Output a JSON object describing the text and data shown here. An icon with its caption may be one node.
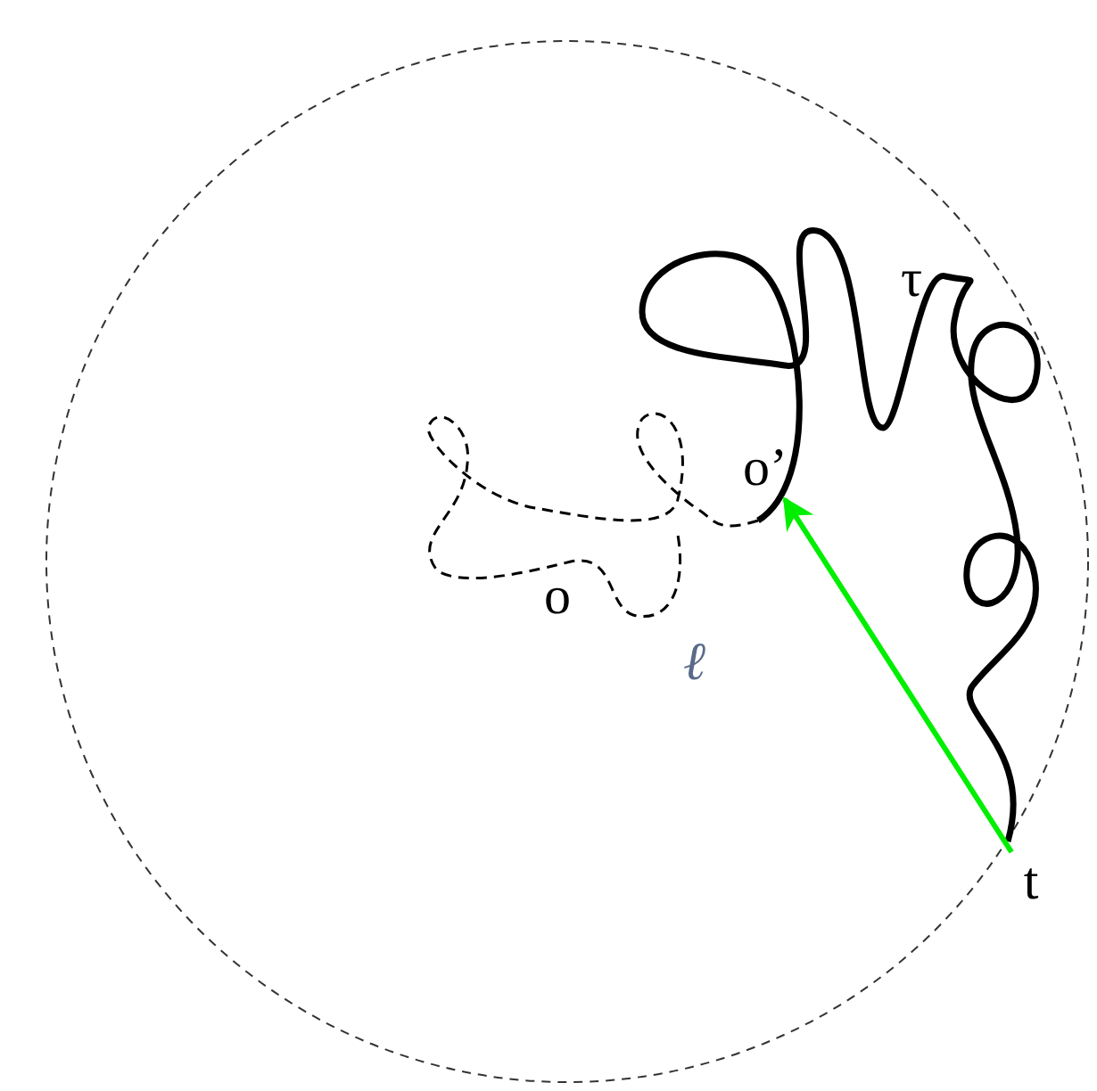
{
  "diagram": {
    "nodes": [
      {
        "text": [
          "t"
        ]
      },
      {
        "text": [
          "o’"
        ]
      }
    ],
    "edges": [
      {
        "from": 0,
        "to": 1,
        "arrow": "to",
        "color": "#00ee00"
      }
    ],
    "labels": [
      "τ",
      "o",
      "ℓ"
    ]
  }
}
